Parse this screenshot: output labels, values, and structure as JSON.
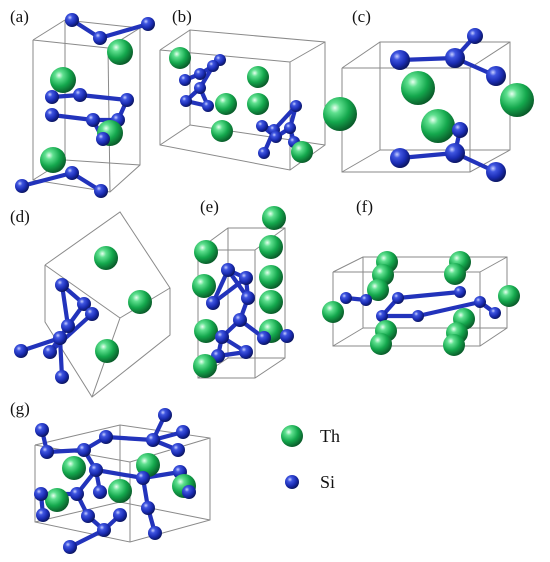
{
  "figure": {
    "panels": [
      {
        "id": "a",
        "label": "(a)"
      },
      {
        "id": "b",
        "label": "(b)"
      },
      {
        "id": "c",
        "label": "(c)"
      },
      {
        "id": "d",
        "label": "(d)"
      },
      {
        "id": "e",
        "label": "(e)"
      },
      {
        "id": "f",
        "label": "(f)"
      },
      {
        "id": "g",
        "label": "(g)"
      }
    ],
    "legend": [
      {
        "symbol": "Th",
        "label": "Th",
        "color": "#1fb35a"
      },
      {
        "symbol": "Si",
        "label": "Si",
        "color": "#1a2fbf"
      }
    ]
  }
}
